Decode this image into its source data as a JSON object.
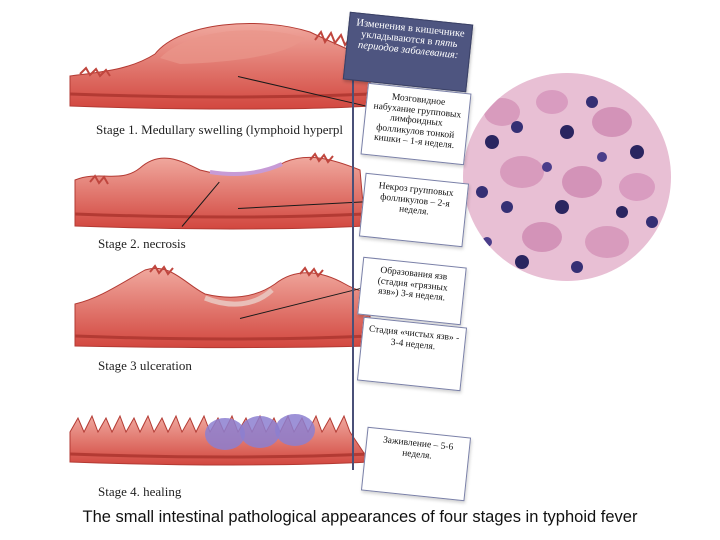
{
  "stages": [
    {
      "label": "Stage 1. Medullary swelling (lymphoid hyperpl"
    },
    {
      "label": "Stage 2.   necrosis"
    },
    {
      "label": "Stage 3  ulceration"
    },
    {
      "label": "Stage 4. healing"
    }
  ],
  "caption": "The small intestinal pathological appearances of four stages in typhoid fever",
  "header": {
    "line1": "Изменения в кишечнике укладываются в",
    "line2": "пять периодов заболевания:"
  },
  "boxes": [
    {
      "text": "Мозговидное набухание групповых лимфоидных фолликулов тонкой кишки – 1-я неделя."
    },
    {
      "text": "Некроз групповых фолликулов – 2-я неделя."
    },
    {
      "text": "Образования язв (стадия «грязных язв») 3-я неделя."
    },
    {
      "text": "Стадия «чистых язв» - 3-4 неделя."
    },
    {
      "text": "Заживление – 5-6 неделя."
    }
  ],
  "colors": {
    "tissue": "#d9534f",
    "tissue_light": "#f2b7ae",
    "header_bg": "#4e5580",
    "micro_bg": "#e8bfd4",
    "nuclei": "#2a2560"
  }
}
